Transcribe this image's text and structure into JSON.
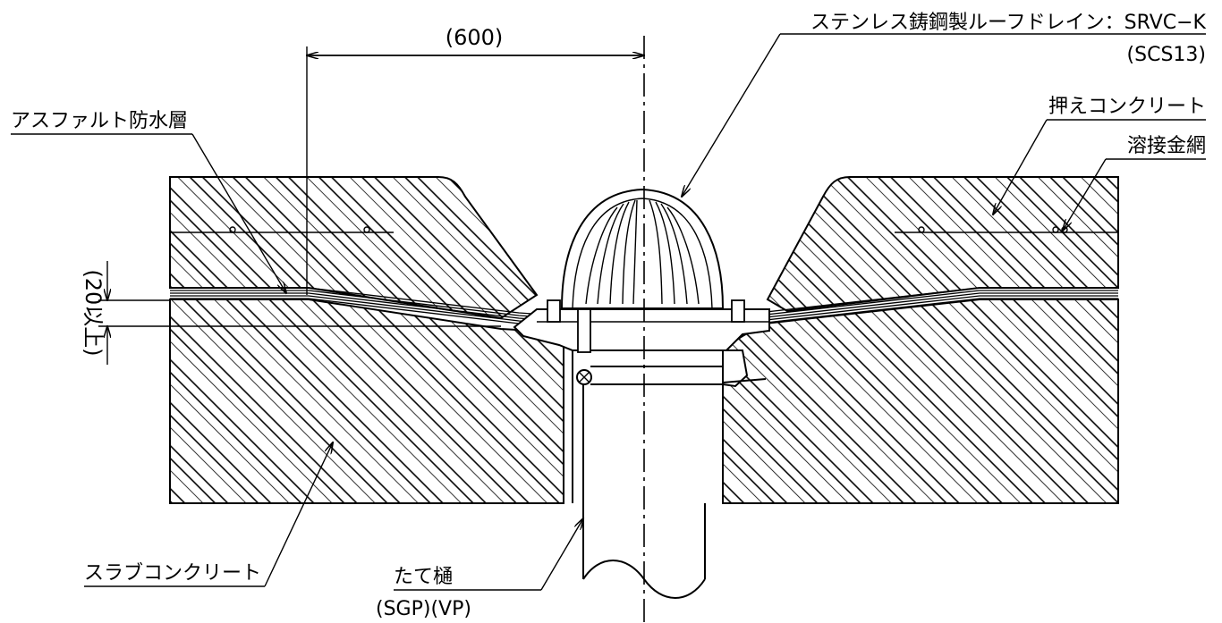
{
  "labels": {
    "dimension_600": "(600)",
    "dimension_20": "(20以上)",
    "roof_drain": "ステンレス鋳鋼製ルーフドレイン：SRVC−K",
    "roof_drain_material": "(SCS13)",
    "asphalt": "アスファルト防水層",
    "protect_concrete": "押えコンクリート",
    "wire_mesh": "溶接金網",
    "slab": "スラブコンクリート",
    "pipe": "たて樋",
    "pipe_material": "(SGP)(VP)"
  },
  "colors": {
    "line": "#000000",
    "background": "#ffffff"
  }
}
